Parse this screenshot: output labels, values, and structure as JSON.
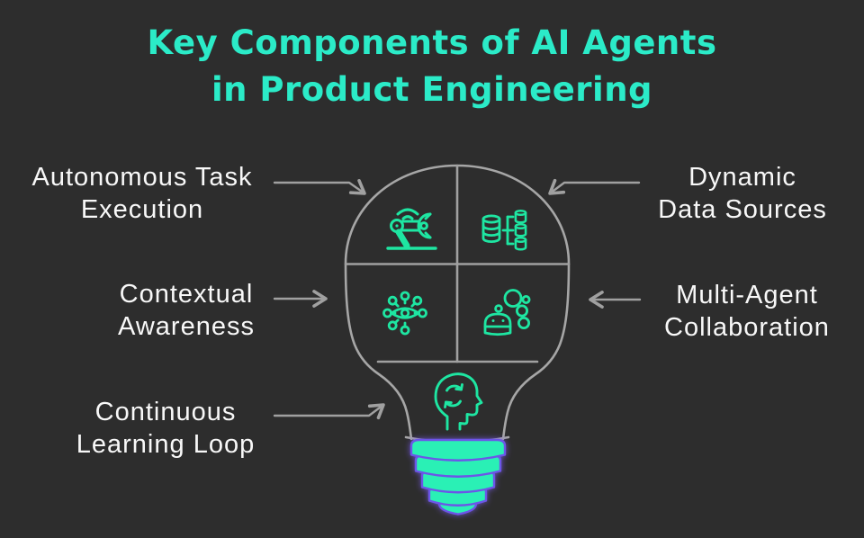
{
  "title": {
    "line1": "Key Components of AI Agents",
    "line2": "in Product Engineering"
  },
  "labels": [
    {
      "id": "autonomous-task-execution",
      "text": "Autonomous Task\nExecution",
      "icon": "robotic-arm-icon",
      "position": "top-left"
    },
    {
      "id": "dynamic-data-sources",
      "text": "Dynamic\nData Sources",
      "icon": "database-branch-icon",
      "position": "top-right"
    },
    {
      "id": "contextual-awareness",
      "text": "Contextual\nAwareness",
      "icon": "eye-network-icon",
      "position": "middle-left"
    },
    {
      "id": "multi-agent-collaboration",
      "text": "Multi-Agent\nCollaboration",
      "icon": "robot-bubbles-icon",
      "position": "middle-right"
    },
    {
      "id": "continuous-learning-loop",
      "text": "Continuous\nLearning Loop",
      "icon": "head-refresh-icon",
      "position": "bottom-left"
    }
  ],
  "diagram": {
    "shape": "lightbulb",
    "quadrants": 4,
    "icons": [
      "robotic-arm-icon",
      "database-branch-icon",
      "eye-network-icon",
      "robot-bubbles-icon",
      "head-refresh-icon"
    ]
  },
  "colors": {
    "background": "#2d2d2d",
    "title": "#2bebc8",
    "label_text": "#f8f8f8",
    "bulb_outline": "#a6a6a6",
    "arrow": "#a0a0a0",
    "icon_green": "#1ee6a2",
    "screw_fill": "#2af0b5",
    "screw_stroke": "#6c55e8"
  }
}
